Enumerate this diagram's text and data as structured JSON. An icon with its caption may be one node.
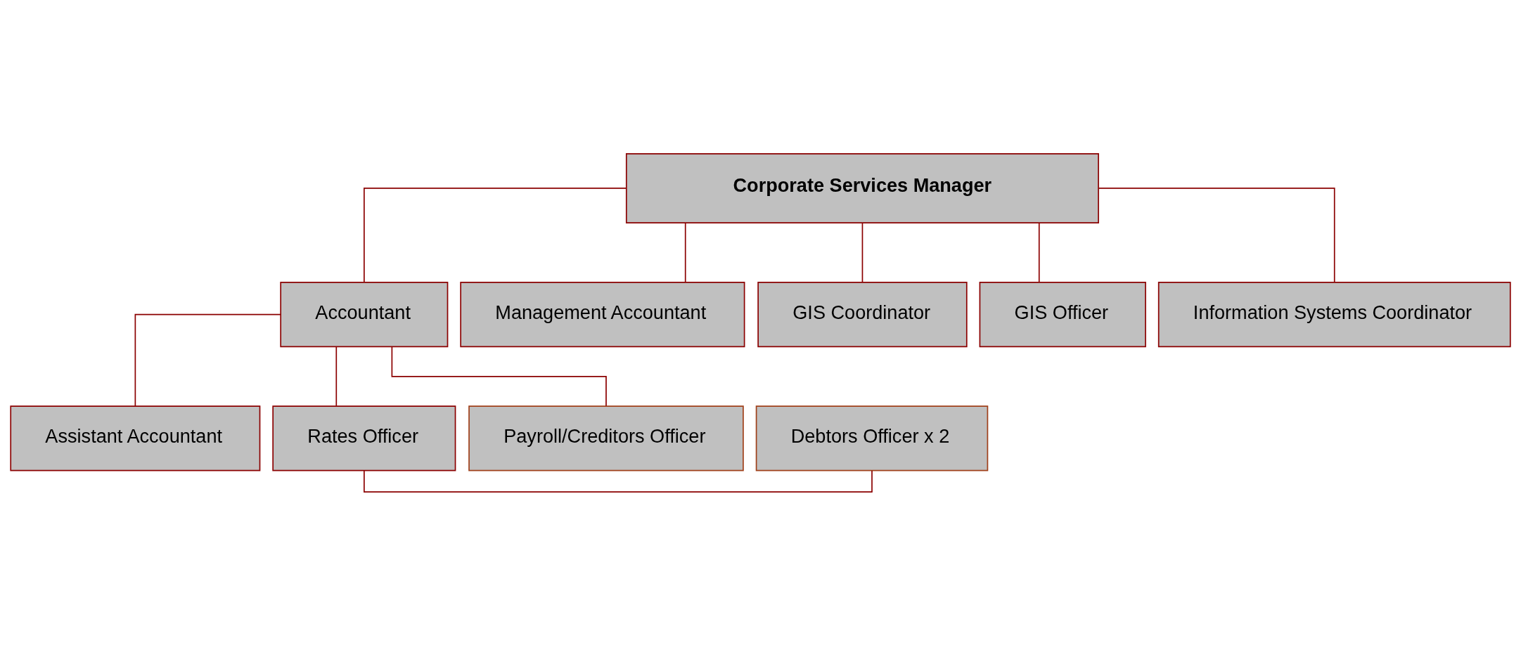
{
  "diagram": {
    "nodes": [
      {
        "text": [
          "Corporate Services Manager"
        ]
      },
      {
        "text": [
          "Accountant"
        ]
      },
      {
        "text": [
          "Management Accountant"
        ]
      },
      {
        "text": [
          "GIS Coordinator"
        ]
      },
      {
        "text": [
          "GIS Officer"
        ]
      },
      {
        "text": [
          "Information Systems Coordinator"
        ]
      },
      {
        "text": [
          "Assistant Accountant"
        ]
      },
      {
        "text": [
          "Rates Officer"
        ]
      },
      {
        "text": [
          "Debtors Officer x 2"
        ]
      },
      {
        "text": [
          "Payroll/Creditors Officer"
        ]
      }
    ],
    "edges": [
      {
        "from": 0,
        "to": 1,
        "arrow": "none"
      },
      {
        "from": 0,
        "to": 2,
        "arrow": "none"
      },
      {
        "from": 0,
        "to": 3,
        "arrow": "none"
      },
      {
        "from": 0,
        "to": 4,
        "arrow": "none"
      },
      {
        "from": 0,
        "to": 5,
        "arrow": "none"
      },
      {
        "from": 1,
        "to": 6,
        "arrow": "none"
      },
      {
        "from": 1,
        "to": 7,
        "arrow": "none"
      },
      {
        "from": 1,
        "to": 9,
        "arrow": "none"
      },
      {
        "from": 7,
        "to": 8,
        "arrow": "none"
      }
    ]
  }
}
